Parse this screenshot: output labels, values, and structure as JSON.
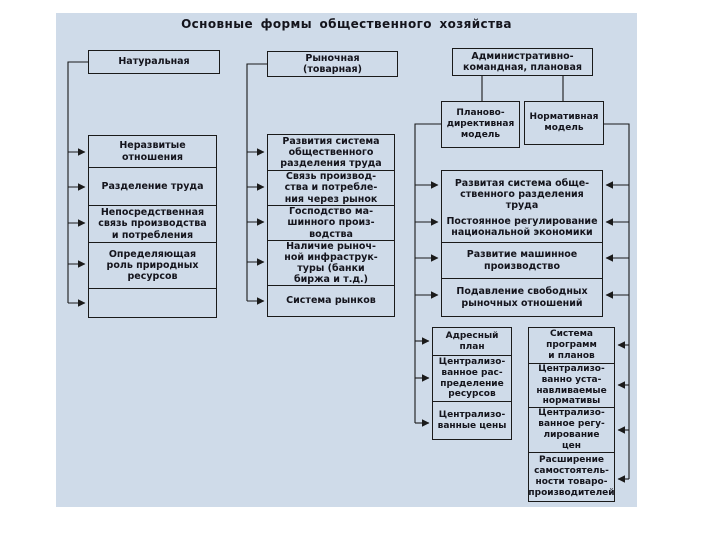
{
  "title": "Основные формы общественного хозяйства",
  "forms": {
    "natural": {
      "header": "Натуральная",
      "features": [
        "Неразвитые\nотношения",
        "Разделение труда",
        "Непосредственная\nсвязь производства\nи потребления",
        "Определяющая\nроль природных\nресурсов",
        ""
      ]
    },
    "market": {
      "header": "Рыночная\n(товарная)",
      "features": [
        "Развития система\nобщественного\nразделения труда",
        "Связь производ-\nства и потребле-\nния через рынок",
        "Господство ма-\nшинного произ-\nводства",
        "Наличие рыноч-\nной инфраструк-\nтуры (банки\nбиржа и т.д.)",
        "Система рынков"
      ]
    },
    "admin": {
      "header": "Административно-\nкомандная, плановая",
      "shared_features": [
        "Развитая система обще-\nственного разделения\nтруда",
        "Постоянное регулирование\nнациональной экономики",
        "Развитие машинное\nпроизводство",
        "Подавление свободных\nрыночных отношений"
      ],
      "models": {
        "directive": {
          "label": "Планово-\nдирективная\nмодель",
          "features": [
            "Адресный\nплан",
            "Централизо-\nванное рас-\nпределение\nресурсов",
            "Централизо-\nванные цены"
          ]
        },
        "normative": {
          "label": "Нормативная\nмодель",
          "features": [
            "Система\nпрограмм\nи планов",
            "Централизо-\nванно уста-\nнавливаемые\nнормативы",
            "Централизо-\nванное регу-\nлирование\nцен",
            "Расширение\nсамостоятель-\nности товаро-\nпроизводителей"
          ]
        }
      }
    }
  },
  "colors": {
    "canvas": "#cfdbe9",
    "line": "#1a1a1a",
    "text": "#14141c"
  }
}
